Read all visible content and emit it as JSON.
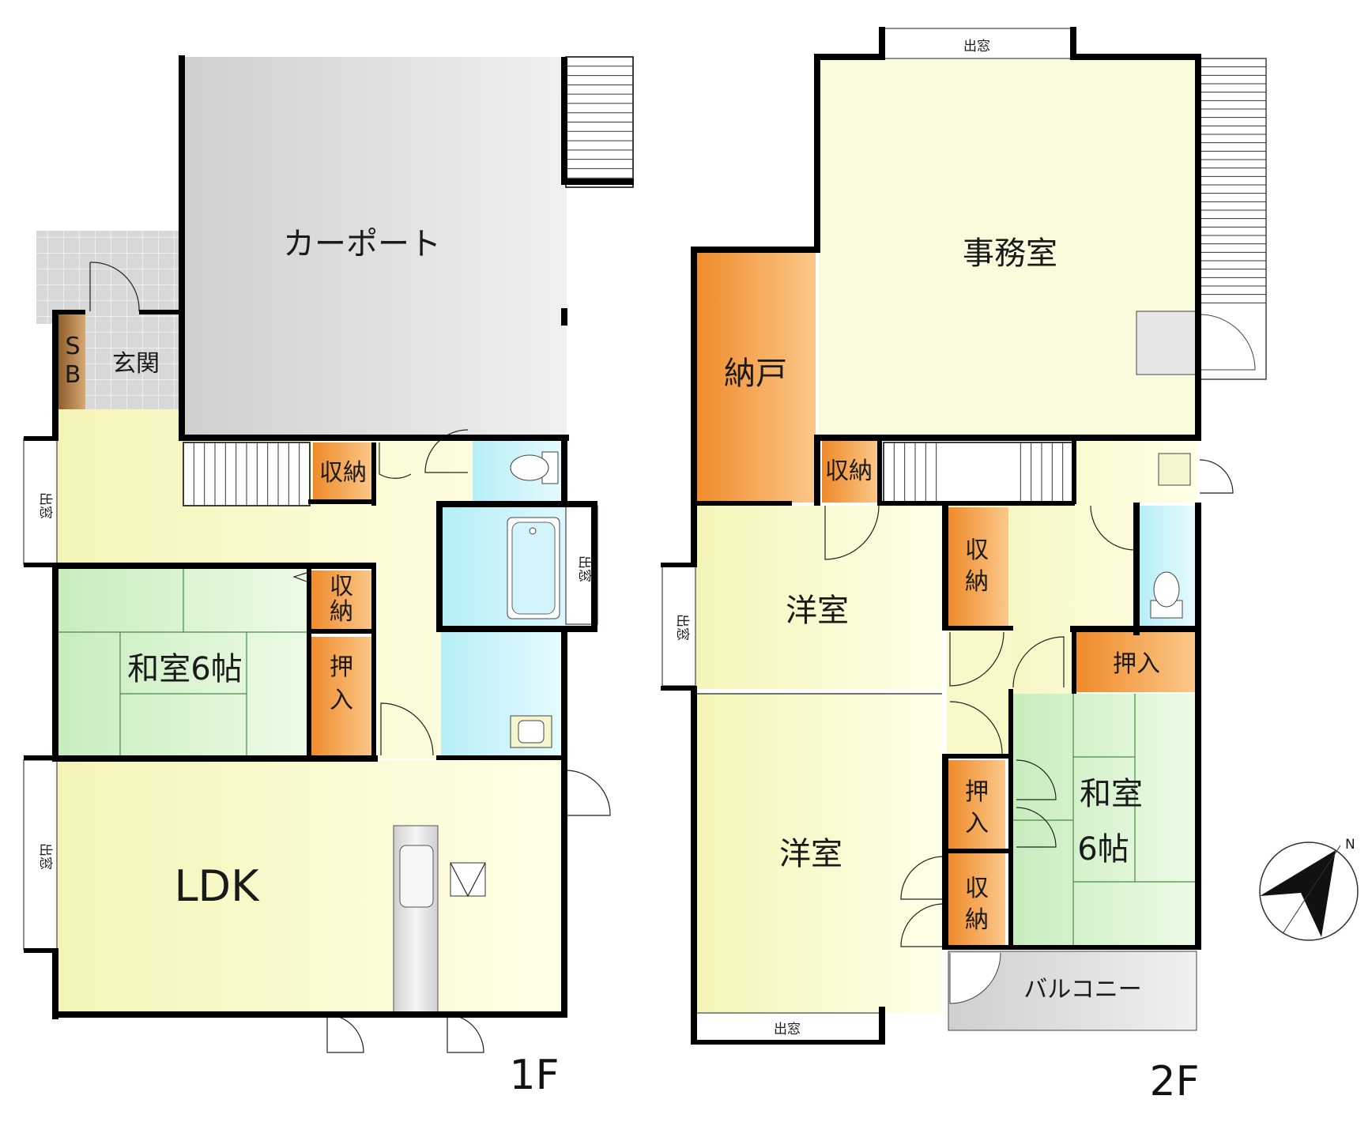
{
  "floor_labels": {
    "first": "1F",
    "second": "2F"
  },
  "first_floor": {
    "carport": "カーポート",
    "genkan": "玄関",
    "shoe_box": [
      "S",
      "B"
    ],
    "storage_top": "収納",
    "storage_mid": [
      "収",
      "納"
    ],
    "oshiire": [
      "押",
      "入"
    ],
    "washitsu": "和室6帖",
    "ldk": "LDK",
    "bay_window_top": "出窓",
    "bay_window_left": "出窓",
    "bay_window_bath": "出窓"
  },
  "second_floor": {
    "office": "事務室",
    "nando": "納戸",
    "storage_stair": "収納",
    "storage_v1": [
      "収",
      "納"
    ],
    "youshitsu_1": "洋室",
    "youshitsu_2": "洋室",
    "oshiire_h": "押入",
    "oshiire_v": [
      "押",
      "入"
    ],
    "storage_v2": [
      "収",
      "納"
    ],
    "washitsu": [
      "和室",
      "6帖"
    ],
    "balcony": "バルコニー",
    "bay_window_top": "出窓",
    "bay_window_left": "出窓",
    "bay_window_bottom": "出窓"
  },
  "compass_label": "N",
  "colors": {
    "hall_yellow": "#f6f6c8",
    "carport_gray": "#e0e0e0",
    "storage_orange": "#f39a3c",
    "tatami_green": "#d7f2cf",
    "wet_blue": "#c9f1f8",
    "office_cream": "#fafadc",
    "walls": "#000000"
  }
}
